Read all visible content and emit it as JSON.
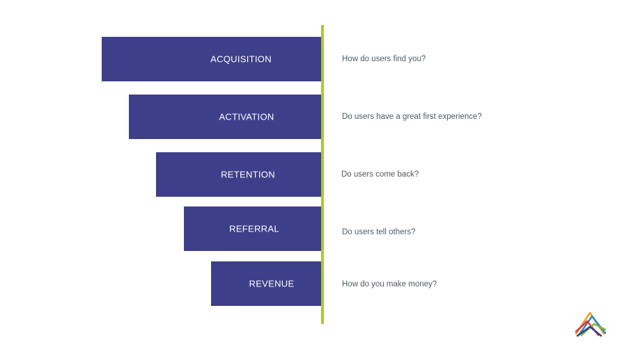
{
  "funnel": {
    "stages": [
      {
        "label": "ACQUISITION",
        "question": "How do users find you?"
      },
      {
        "label": "ACTIVATION",
        "question": "Do users have a great first experience?"
      },
      {
        "label": "RETENTION",
        "question": "Do users come back?"
      },
      {
        "label": "REFERRAL",
        "question": "Do users tell others?"
      },
      {
        "label": "REVENUE",
        "question": "How do you make money?"
      }
    ]
  },
  "colors": {
    "bar": "#3e3f8a",
    "divider": "#a8c93a",
    "question_text": "#4d5b66",
    "background": "#ffffff"
  },
  "logo": {
    "icon": "triangle-logo-icon"
  }
}
